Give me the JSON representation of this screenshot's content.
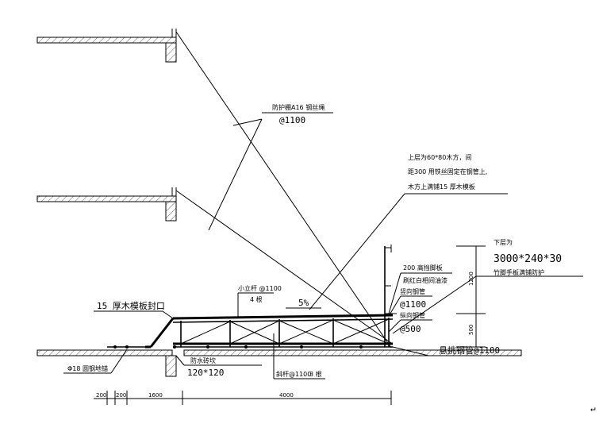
{
  "colors": {
    "ink": "#000000",
    "paper": "#ffffff"
  },
  "labels": {
    "guard_net": "防护棚A16 钢丝绳",
    "guard_net_spacing": "@1100",
    "upper_layer_1": "上层为60*80木方，间",
    "upper_layer_2": "距300 用铁丝固定在钢管上,",
    "upper_layer_3": "木方上满铺15 厚木模板",
    "lower_layer_title": "下层为",
    "lower_layer_size": "3000*240*30",
    "lower_layer_desc": "竹脚手板满铺防护",
    "rail_height": "200 高挡脚板",
    "rail_paint": "刷红白相间油漆",
    "vertical_pipe": "竖向钢管",
    "vertical_pipe_spacing": "@1100",
    "longitudinal_pipe": "纵向钢管",
    "longitudinal_pipe_spacing": "@500",
    "small_post": "小立杆 @1100",
    "small_post_count": "4 根",
    "slope": "5%",
    "plank_edge": "15 厚木模板封口",
    "cantilever_beam": "悬挑钢管@1100",
    "waterproof_curb": "防水砖坎",
    "curb_size": "120*120",
    "round_bar": "Φ18 圆钢地锚",
    "diagonal_brace": "斜杆@1100",
    "diagonal_count": "3 根",
    "right_dim_upper": "1200",
    "right_dim_lower": "500",
    "dim_200_a": "200",
    "dim_200_b": "200",
    "dim_1600": "1600",
    "dim_4000": "4000",
    "return_mark": "↵"
  }
}
